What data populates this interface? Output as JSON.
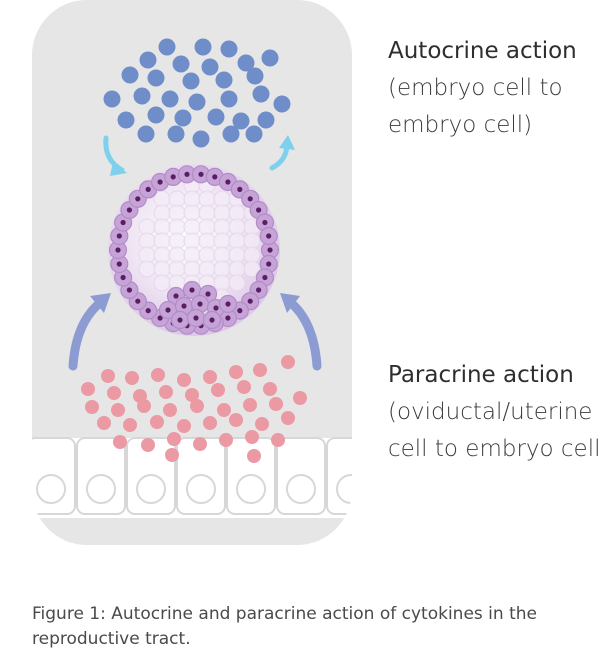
{
  "autocrine": {
    "title": "Autocrine action",
    "line1": "(embryo cell to",
    "line2": "embryo cell)"
  },
  "paracrine": {
    "title": "Paracrine action",
    "line1": "(oviductal/uterine",
    "line2": "cell to embryo cell)"
  },
  "caption": {
    "line1": "Figure 1: Autocrine and paracrine action of cytokines in the",
    "line2": "reproductive tract."
  },
  "colors": {
    "panel": "#e6e6e6",
    "autocrine_dot": "#6f8dc8",
    "autocrine_arrow": "#7fd0ec",
    "paracrine_dot": "#eb9aa4",
    "paracrine_arrow": "#8d9bd3",
    "embryo_ring": "#c6a4d8",
    "embryo_nucleus": "#5a1e63",
    "epithelium_border": "#d7d7d7"
  }
}
